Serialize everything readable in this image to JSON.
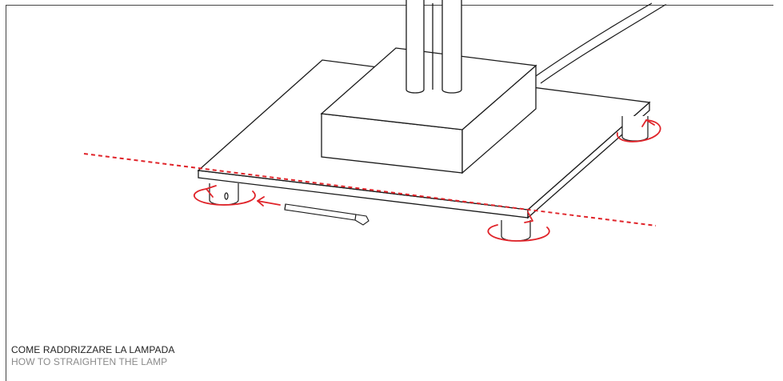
{
  "caption": {
    "primary": "COME RADDRIZZARE LA LAMPADA",
    "secondary": "HOW TO STRAIGHTEN THE LAMP"
  },
  "colors": {
    "line": "#1a1a1a",
    "accent": "#e0242a",
    "secondary_text": "#8a8a8a"
  },
  "illustration": {
    "parts": [
      "lamp-stems",
      "power-cable",
      "lamp-hub",
      "base-plate",
      "leveling-feet",
      "allen-key",
      "level-line",
      "rotation-arrows"
    ]
  }
}
